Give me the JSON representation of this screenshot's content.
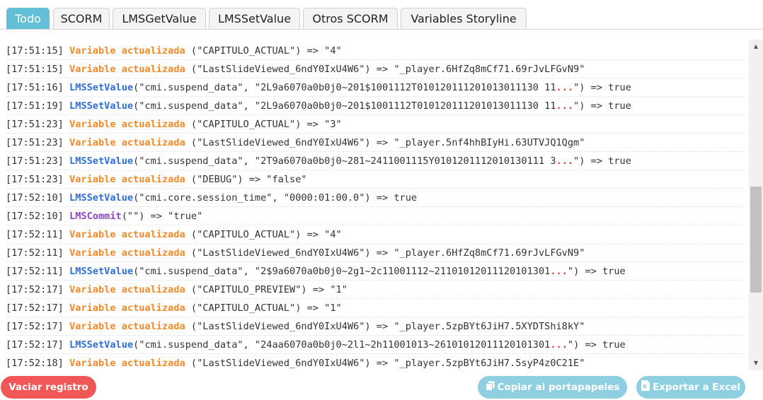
{
  "tabs": [
    {
      "label": "Todo",
      "active": true
    },
    {
      "label": "SCORM"
    },
    {
      "label": "LMSGetValue"
    },
    {
      "label": "LMSSetValue"
    },
    {
      "label": "Otros SCORM"
    },
    {
      "label": "Variables Storyline"
    }
  ],
  "log": [
    {
      "ts": "[17:51:15]",
      "kind": "var",
      "keyword": "Variable actualizada",
      "rest": " (\"CAPITULO_ACTUAL\") => \"4\""
    },
    {
      "ts": "[17:51:15]",
      "kind": "var",
      "keyword": "Variable actualizada",
      "rest": " (\"LastSlideViewed_6ndY0IxU4W6\") => \"_player.6HfZq8mCf71.69rJvLFGvN9\""
    },
    {
      "ts": "[17:51:16]",
      "kind": "set",
      "keyword": "LMSSetValue",
      "rest": "(\"cmi.suspend_data\", \"2L9a6070a0b0j0~201$1001112T010120111201013011130 11",
      "dots": "...",
      "after": "\") => true"
    },
    {
      "ts": "[17:51:19]",
      "kind": "set",
      "keyword": "LMSSetValue",
      "rest": "(\"cmi.suspend_data\", \"2L9a6070a0b0j0~201$1001112T010120111201013011130 11",
      "dots": "...",
      "after": "\") => true"
    },
    {
      "ts": "[17:51:23]",
      "kind": "var",
      "keyword": "Variable actualizada",
      "rest": " (\"CAPITULO_ACTUAL\") => \"3\""
    },
    {
      "ts": "[17:51:23]",
      "kind": "var",
      "keyword": "Variable actualizada",
      "rest": " (\"LastSlideViewed_6ndY0IxU4W6\") => \"_player.5nf4hhBIyHi.63UTVJQ1Qgm\""
    },
    {
      "ts": "[17:51:23]",
      "kind": "set",
      "keyword": "LMSSetValue",
      "rest": "(\"cmi.suspend_data\", \"2T9a6070a0b0j0~281~2411001115Y0101201112010130111 3",
      "dots": "...",
      "after": "\") => true"
    },
    {
      "ts": "[17:51:23]",
      "kind": "var",
      "keyword": "Variable actualizada",
      "rest": " (\"DEBUG\") => \"false\""
    },
    {
      "ts": "[17:52:10]",
      "kind": "set",
      "keyword": "LMSSetValue",
      "rest": "(\"cmi.core.session_time\", \"0000:01:00.0\") => true"
    },
    {
      "ts": "[17:52:10]",
      "kind": "commit",
      "keyword": "LMSCommit",
      "rest": "(\"\") => \"true\""
    },
    {
      "ts": "[17:52:11]",
      "kind": "var",
      "keyword": "Variable actualizada",
      "rest": " (\"CAPITULO_ACTUAL\") => \"4\""
    },
    {
      "ts": "[17:52:11]",
      "kind": "var",
      "keyword": "Variable actualizada",
      "rest": " (\"LastSlideViewed_6ndY0IxU4W6\") => \"_player.6HfZq8mCf71.69rJvLFGvN9\""
    },
    {
      "ts": "[17:52:11]",
      "kind": "set",
      "keyword": "LMSSetValue",
      "rest": "(\"cmi.suspend_data\", \"2$9a6070a0b0j0~2g1~2c11001112~21101012011120101301",
      "dots": "...",
      "after": "\") => true"
    },
    {
      "ts": "[17:52:17]",
      "kind": "var",
      "keyword": "Variable actualizada",
      "rest": " (\"CAPITULO_PREVIEW\") => \"1\""
    },
    {
      "ts": "[17:52:17]",
      "kind": "var",
      "keyword": "Variable actualizada",
      "rest": " (\"CAPITULO_ACTUAL\") => \"1\""
    },
    {
      "ts": "[17:52:17]",
      "kind": "var",
      "keyword": "Variable actualizada",
      "rest": " (\"LastSlideViewed_6ndY0IxU4W6\") => \"_player.5zpBYt6JiH7.5XYDTShi8kY\""
    },
    {
      "ts": "[17:52:17]",
      "kind": "set",
      "keyword": "LMSSetValue",
      "rest": "(\"cmi.suspend_data\", \"24aa6070a0b0j0~2l1~2h11001013~26101012011120101301",
      "dots": "...",
      "after": "\") => true"
    },
    {
      "ts": "[17:52:18]",
      "kind": "var",
      "keyword": "Variable actualizada",
      "rest": " (\"LastSlideViewed_6ndY0IxU4W6\") => \"_player.5zpBYt6JiH7.5syP4z0C21E\""
    }
  ],
  "scrollbar": {
    "up_arrow": "▲",
    "down_arrow": "▼"
  },
  "buttons": {
    "clear": "Vaciar registro",
    "copy": "Copiar al portapapeles",
    "export": "Exportar a Excel"
  },
  "icons": {
    "copy": "copy-icon",
    "export": "excel-icon"
  },
  "colors": {
    "accent": "#63bfd6",
    "variable_keyword": "#f08a2b",
    "setvalue_keyword": "#2f6fd6",
    "commit_keyword": "#8e44c9",
    "truncation": "#e23b3b",
    "danger_button": "#f25757",
    "info_button": "#8ed0e2"
  }
}
